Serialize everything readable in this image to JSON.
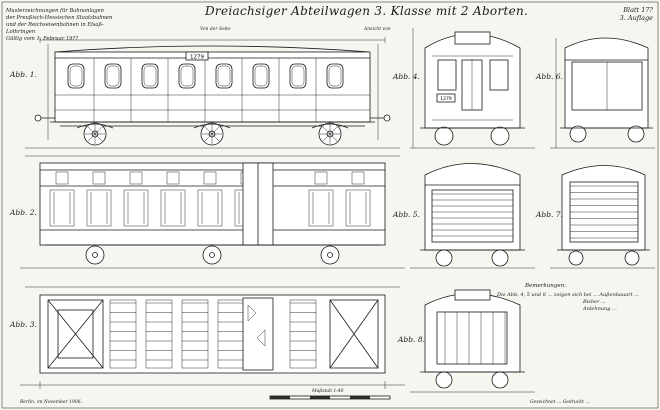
{
  "title": "Dreiachsiger Abteilwagen 3. Klasse mit 2 Aborten.",
  "top_left_note": [
    "Musterzeichnungen für Bahnanlagen",
    "der Preußisch-Hessischen Staatsbahnen",
    "und der Reichseisenbahnen in Elsaß-Lothringen",
    "Gültig vom 1. Februar 19??"
  ],
  "top_right": {
    "sheet": "Blatt 17?",
    "edition": "3. Auflage"
  },
  "figures": {
    "fig1": "Abb. 1.",
    "fig2": "Abb. 2.",
    "fig3": "Abb. 3.",
    "fig4": "Abb. 4.",
    "fig5": "Abb. 5.",
    "fig6": "Abb. 6.",
    "fig7": "Abb. 7.",
    "fig8": "Abb. 8."
  },
  "view_labels": {
    "side_left": "Von der Seite",
    "side_right": "Ansicht von"
  },
  "car_number": "1279",
  "remarks": {
    "heading": "Bemerkungen:",
    "line1": "Die Abb. 4, 5 und 8 ... zeigen sich bei ... Außenbauart ...",
    "line2": "Bisher ...",
    "line3": "Anlehnung ..."
  },
  "scale": "Maßstab 1:40",
  "footer_left": "Berlin, im November 1906.",
  "footer_right": "Gezeichnet ... Gedruckt ...",
  "colors": {
    "ink": "#1a1a1a",
    "paper": "#f7f5f0"
  }
}
